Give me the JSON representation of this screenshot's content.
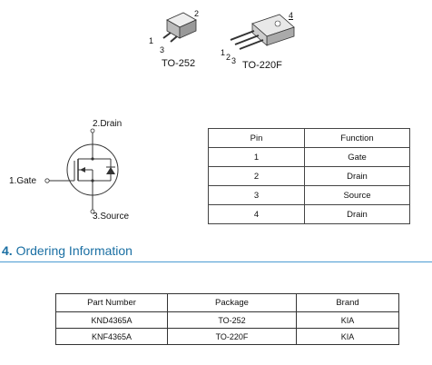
{
  "packages": [
    {
      "name": "TO-252",
      "pins": [
        "1",
        "2",
        "3"
      ]
    },
    {
      "name": "TO-220F",
      "pins": [
        "1",
        "2",
        "3",
        "4"
      ]
    }
  ],
  "schematic": {
    "drain_label": "2.Drain",
    "gate_label": "1.Gate",
    "source_label": "3.Source"
  },
  "pin_table": {
    "headers": [
      "Pin",
      "Function"
    ],
    "rows": [
      [
        "1",
        "Gate"
      ],
      [
        "2",
        "Drain"
      ],
      [
        "3",
        "Source"
      ],
      [
        "4",
        "Drain"
      ]
    ]
  },
  "ordering": {
    "number": "4.",
    "title": "Ordering Information",
    "headers": [
      "Part Number",
      "Package",
      "Brand"
    ],
    "rows": [
      [
        "KND4365A",
        "TO-252",
        "KIA"
      ],
      [
        "KNF4365A",
        "TO-220F",
        "KIA"
      ]
    ]
  },
  "colors": {
    "section_title": "#1a6fa3",
    "rule": "#4a9bd1"
  }
}
